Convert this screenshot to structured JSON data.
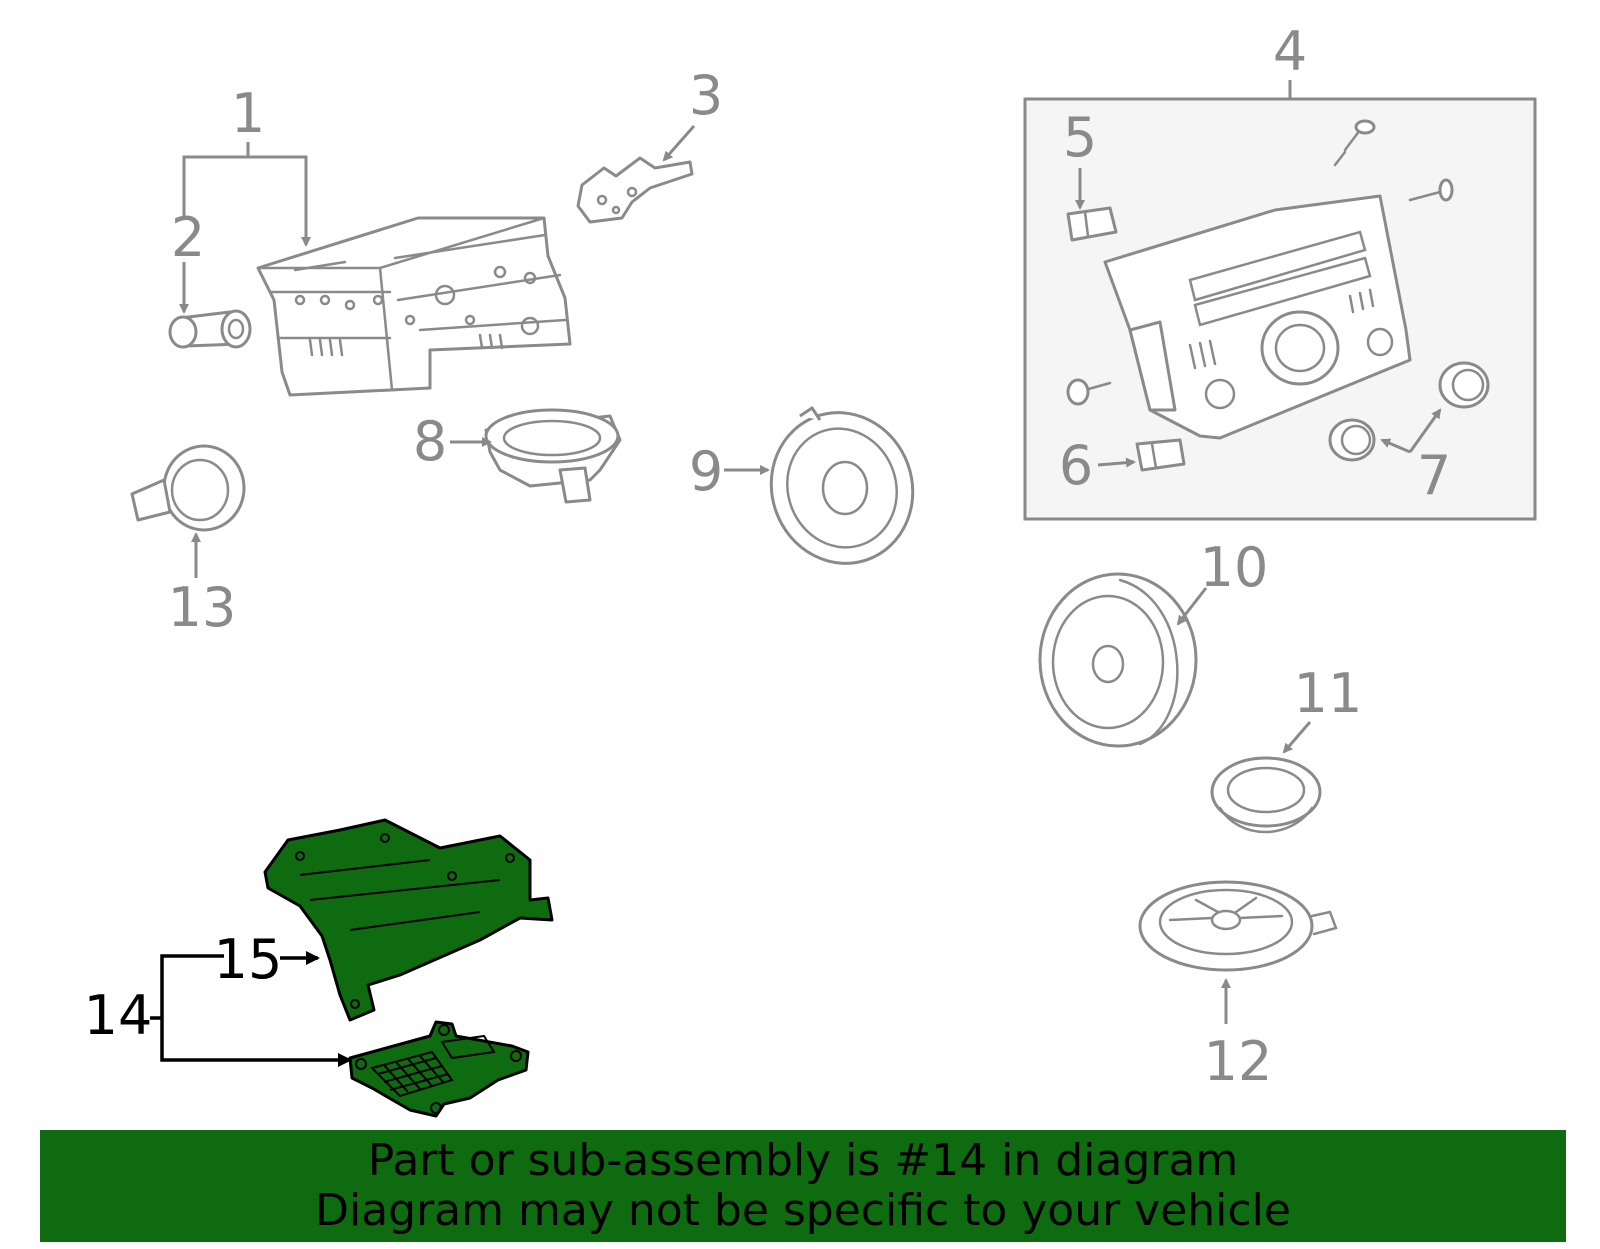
{
  "callouts": {
    "c1": "1",
    "c2": "2",
    "c3": "3",
    "c4": "4",
    "c5": "5",
    "c6": "6",
    "c7": "7",
    "c8": "8",
    "c9": "9",
    "c10": "10",
    "c11": "11",
    "c12": "12",
    "c13": "13",
    "c14": "14",
    "c15": "15"
  },
  "highlight_color": "#0f6b0f",
  "banner": {
    "line1": "Part or sub-assembly is #14 in diagram",
    "line2": "Diagram may not be specific to your vehicle"
  }
}
